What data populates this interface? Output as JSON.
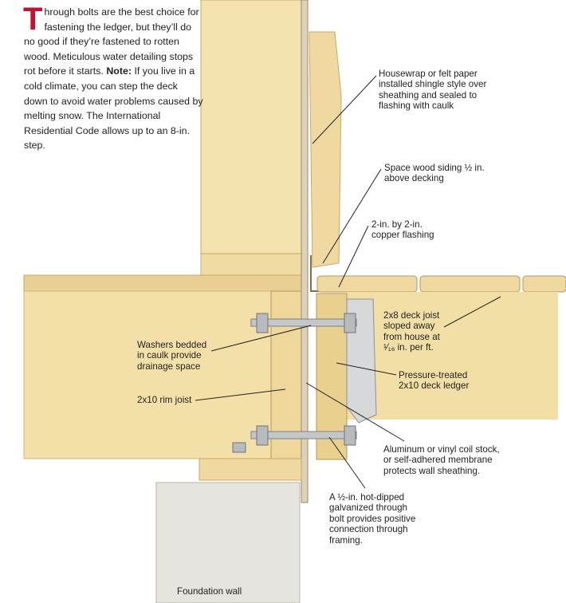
{
  "intro": {
    "drop_cap": "T",
    "text_lead": "hrough bolts are the best choice for fastening the ledger, but they’ll do no good if they’re fastened to rotten wood. Meticulous water detailing stops rot before it starts.",
    "note_label": "Note:",
    "note_text": "If you live in a cold climate, you can step the deck down to avoid water problems caused by melting snow. The International Residential Code allows up to an 8-in. step."
  },
  "labels": {
    "housewrap": "Housewrap or felt paper\ninstalled shingle style over\nsheathing and sealed to\nflashing with caulk",
    "siding": "Space wood siding ½ in.\nabove decking",
    "flashing": "2-in. by 2-in.\ncopper flashing",
    "deck_joist": "2x8 deck joist\nsloped away\nfrom house at\n¹⁄₁₆ in. per ft.",
    "washers": "Washers bedded\nin caulk provide\ndrainage space",
    "ledger": "Pressure-treated\n2x10 deck ledger",
    "rim_joist": "2x10 rim joist",
    "coil_stock": "Aluminum or vinyl coil stock,\nor self-adhered membrane\nprotects wall sheathing.",
    "bolt": "A ½-in. hot-dipped\ngalvanized through\nbolt provides positive\nconnection through\nframing.",
    "foundation": "Foundation wall"
  },
  "colors": {
    "drop_cap": "#c8102e",
    "wood": "#f2dfa6",
    "wood_dark": "#e3c67f",
    "concrete": "#e6e4de"
  }
}
